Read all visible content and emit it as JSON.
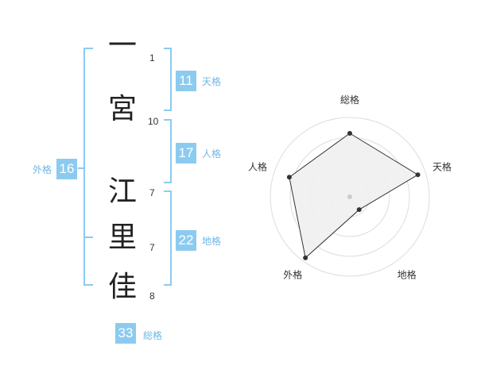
{
  "name": {
    "characters": [
      {
        "char": "一",
        "strokes": "1"
      },
      {
        "char": "宮",
        "strokes": "10"
      },
      {
        "char": "江",
        "strokes": "7"
      },
      {
        "char": "里",
        "strokes": "7"
      },
      {
        "char": "佳",
        "strokes": "8"
      }
    ]
  },
  "fortunes": {
    "tenkaku": {
      "value": "11",
      "label": "天格"
    },
    "jinkaku": {
      "value": "17",
      "label": "人格"
    },
    "chikaku": {
      "value": "22",
      "label": "地格"
    },
    "gaikaku": {
      "value": "16",
      "label": "外格"
    },
    "soukaku": {
      "value": "33",
      "label": "総格"
    }
  },
  "colors": {
    "accent": "#8ccbf0",
    "accent_text": "#6bb8e6",
    "radar_fill": "#f0f0f0",
    "radar_grid": "#dddddd",
    "radar_line": "#333333"
  },
  "chart_data": {
    "type": "radar",
    "axes": [
      "総格",
      "天格",
      "地格",
      "外格",
      "人格"
    ],
    "values": [
      0.8,
      0.9,
      0.2,
      0.95,
      0.8
    ],
    "range": [
      0,
      1
    ],
    "rings": 4
  }
}
